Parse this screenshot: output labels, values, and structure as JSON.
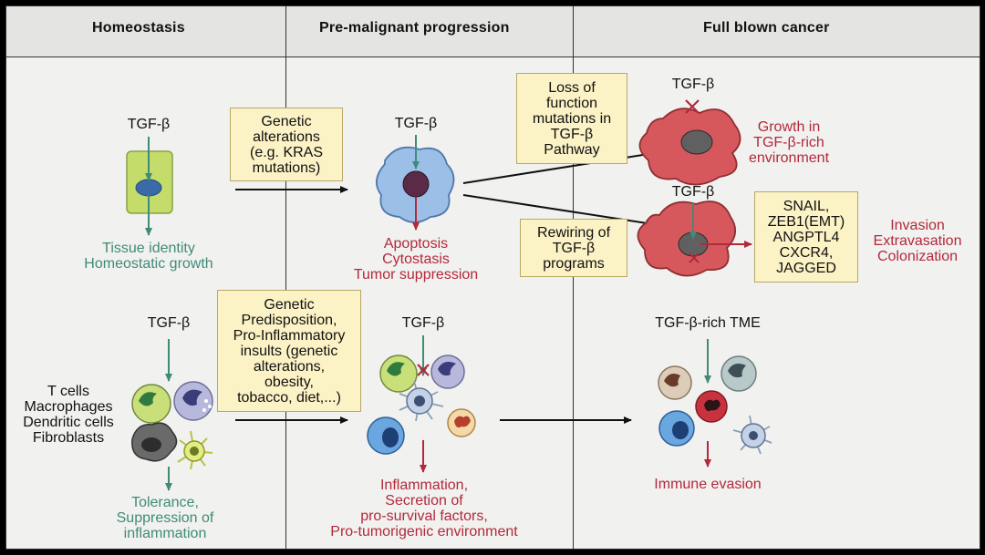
{
  "columns": {
    "homeostasis": "Homeostasis",
    "premalignant": "Pre-malignant progression",
    "cancer": "Full blown cancer"
  },
  "homeostasis": {
    "top_tgf": "TGF-β",
    "top_outcome": "Tissue identity\nHomeostatic growth",
    "bottom_tgf": "TGF-β",
    "cell_types": "T cells\nMacrophages\nDendritic cells\nFibroblasts",
    "bottom_outcome": "Tolerance,\nSuppression of\ninflammation"
  },
  "premalignant": {
    "genetic_box": "Genetic\nalterations\n(e.g. KRAS\nmutations)",
    "top_tgf": "TGF-β",
    "top_outcome": "Apoptosis\nCytostasis\nTumor suppression",
    "predisposition_box": "Genetic\nPredisposition,\nPro-Inflammatory\ninsults (genetic\nalterations,\nobesity,\ntobacco, diet,...)",
    "bottom_tgf": "TGF-β",
    "bottom_outcome": "Inflammation,\nSecretion of\npro-survival factors,\nPro-tumorigenic environment"
  },
  "cancer": {
    "loss_box": "Loss of\nfunction\nmutations in\nTGF-β\nPathway",
    "upper_tgf": "TGF-β",
    "upper_outcome": "Growth in\nTGF-β-rich\nenvironment",
    "rewiring_box": "Rewiring of\nTGF-β\nprograms",
    "lower_tgf": "TGF-β",
    "genes_box": "SNAIL,\nZEB1(EMT)\nANGPTL4\nCXCR4,\nJAGGED",
    "lower_outcome": "Invasion\nExtravasation\nColonization",
    "tme_label": "TGF-β-rich TME",
    "bottom_outcome": "Immune evasion"
  },
  "colors": {
    "teal_arrow": "#3f8b78",
    "red_arrow": "#b3293b",
    "box_fill": "#fbf2c5",
    "cancer_cell": "#d7585c",
    "epithelial_cell": "#c4dc6a",
    "progenitor_cell": "#8fb4e0"
  }
}
